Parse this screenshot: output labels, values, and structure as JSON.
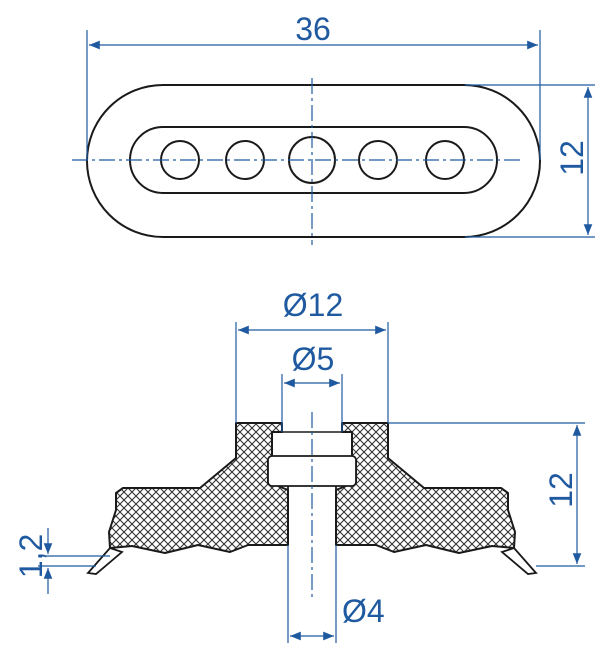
{
  "colors": {
    "dimension": "#1f5aa0",
    "outline": "#1a1a1a",
    "hatch": "#333333",
    "background": "#ffffff"
  },
  "dimensions": {
    "top_width": "36",
    "top_height": "12",
    "outer_diameter": "Ø12",
    "inner_diameter": "Ø5",
    "height": "12",
    "lip_thickness": "1,2",
    "bore_diameter": "Ø4"
  }
}
